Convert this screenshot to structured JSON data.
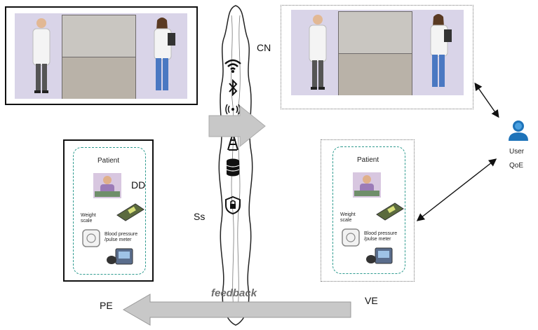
{
  "labels": {
    "cn": "CN",
    "ss": "Ss",
    "dd": "DD",
    "pe": "PE",
    "ve": "VE",
    "feedback": "feedback",
    "user": "User",
    "qoe": "QoE"
  },
  "patient_card": {
    "title": "Patient",
    "weight_scale": "Weight scale",
    "blood_pressure": "Blood pressure /pulse meter"
  },
  "colors": {
    "card_border": "#2e9b8f",
    "photo_bg": "#d9d4e8",
    "arrow_fill": "#c8c8c8",
    "user_icon": "#1e73b9"
  },
  "icons": [
    "wifi-icon",
    "bluetooth-icon",
    "radio-tower-icon",
    "cell-tower-icon",
    "database-icon",
    "lock-shield-icon"
  ]
}
